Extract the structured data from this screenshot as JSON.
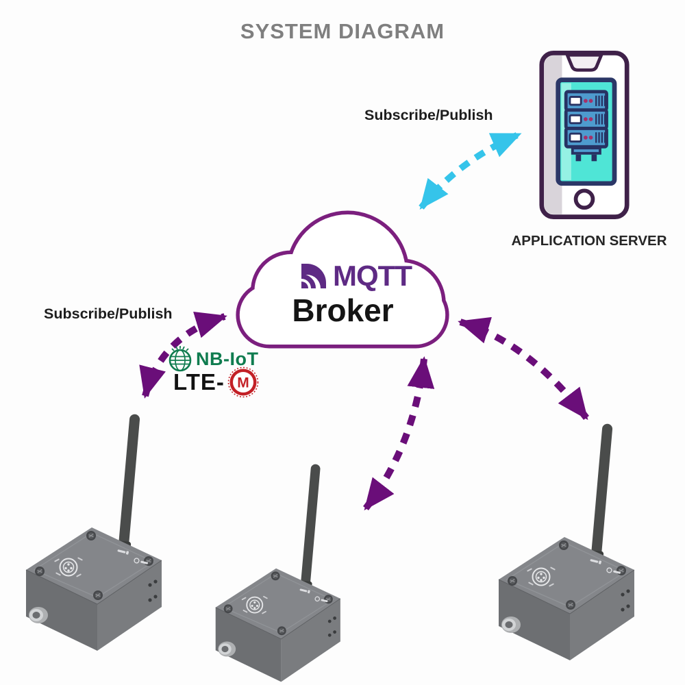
{
  "title": "SYSTEM DIAGRAM",
  "cloud": {
    "logo": "MQTT",
    "name": "Broker"
  },
  "application_server": {
    "label": "APPLICATION SERVER"
  },
  "links": {
    "cloud_server": {
      "label": "Subscribe/Publish"
    },
    "cloud_devices": {
      "label": "Subscribe/Publish"
    }
  },
  "badges": {
    "nb_iot": "NB-IoT",
    "lte_prefix": "LTE-",
    "lte_m_letter": "M"
  },
  "devices": [
    {
      "icon": "iot-gateway-device"
    },
    {
      "icon": "iot-gateway-device"
    },
    {
      "icon": "iot-gateway-device"
    }
  ],
  "colors": {
    "arrow_purple": "#6A0E79",
    "cloud_outline": "#7B1F7E",
    "mqtt_purple": "#5E2A84",
    "broker_black": "#151515",
    "arrow_cyan": "#35C4EA",
    "title_gray": "#7F7F7F",
    "nbiot_green": "#0F7C4F",
    "ltem_red": "#C32026",
    "phone_screen_teal": "#4FE5D6",
    "server_blue": "#4E9BCE"
  }
}
